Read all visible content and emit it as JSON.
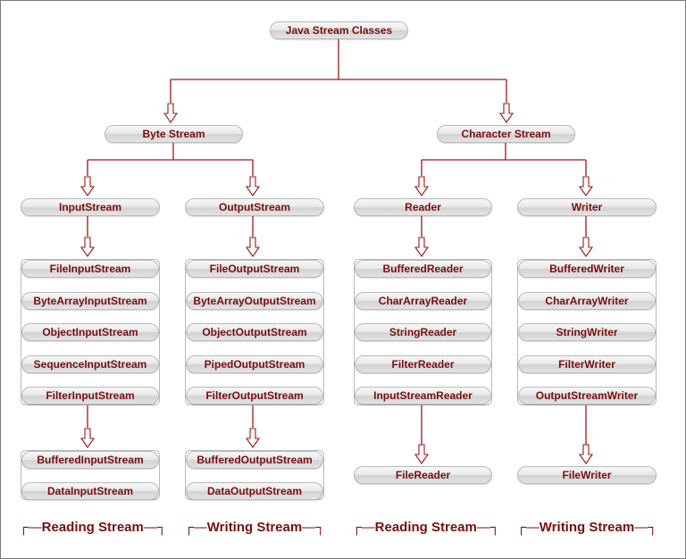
{
  "root": "Java Stream Classes",
  "branches": [
    {
      "name": "Byte Stream",
      "columns": [
        {
          "head": "InputStream",
          "items": [
            "FileInputStream",
            "ByteArrayInputStream",
            "ObjectInputStream",
            "SequenceInputStream",
            "FilterInputStream"
          ],
          "sub_items": [
            "BufferedInputStream",
            "DataInputStream"
          ],
          "footer": "Reading Stream"
        },
        {
          "head": "OutputStream",
          "items": [
            "FileOutputStream",
            "ByteArrayOutputStream",
            "ObjectOutputStream",
            "PipedOutputStream",
            "FilterOutputStream"
          ],
          "sub_items": [
            "BufferedOutputStream",
            "DataOutputStream"
          ],
          "footer": "Writing Stream"
        }
      ]
    },
    {
      "name": "Character Stream",
      "columns": [
        {
          "head": "Reader",
          "items": [
            "BufferedReader",
            "CharArrayReader",
            "StringReader",
            "FilterReader",
            "InputStreamReader"
          ],
          "sub_items": [
            "FileReader"
          ],
          "footer": "Reading Stream"
        },
        {
          "head": "Writer",
          "items": [
            "BufferedWriter",
            "CharArrayWriter",
            "StringWriter",
            "FilterWriter",
            "OutputStreamWriter"
          ],
          "sub_items": [
            "FileWriter"
          ],
          "footer": "Writing Stream"
        }
      ]
    }
  ],
  "colors": {
    "text": "#7a0f0f",
    "line": "#9a1a1a"
  }
}
